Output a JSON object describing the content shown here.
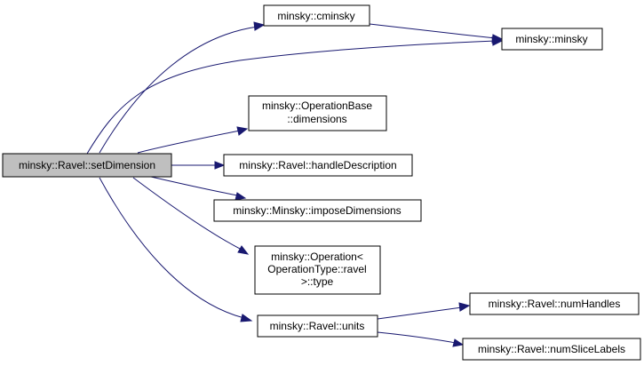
{
  "colors": {
    "edge": "#191970",
    "root_fill": "#bfbfbf",
    "node_fill": "#ffffff",
    "node_border": "#000000"
  },
  "nodes": {
    "root": {
      "lines": [
        "minsky::Ravel::setDimension"
      ]
    },
    "cminsky": {
      "lines": [
        "minsky::cminsky"
      ]
    },
    "minsky": {
      "lines": [
        "minsky::minsky"
      ]
    },
    "opbase_dimensions": {
      "lines": [
        "minsky::OperationBase",
        "::dimensions"
      ]
    },
    "handle_description": {
      "lines": [
        "minsky::Ravel::handleDescription"
      ]
    },
    "impose_dimensions": {
      "lines": [
        "minsky::Minsky::imposeDimensions"
      ]
    },
    "operation_type": {
      "lines": [
        "minsky::Operation<",
        "OperationType::ravel",
        ">::type"
      ]
    },
    "units": {
      "lines": [
        "minsky::Ravel::units"
      ]
    },
    "num_handles": {
      "lines": [
        "minsky::Ravel::numHandles"
      ]
    },
    "num_slice_labels": {
      "lines": [
        "minsky::Ravel::numSliceLabels"
      ]
    }
  }
}
